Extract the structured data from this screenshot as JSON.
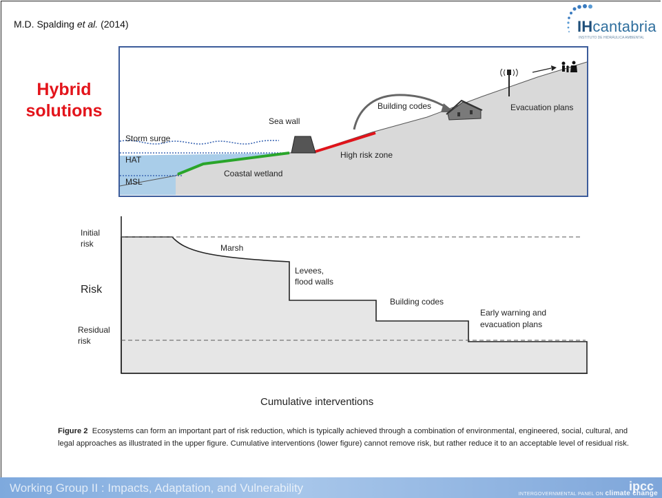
{
  "header": {
    "citation_author": "M.D. Spalding",
    "citation_etal": "et al.",
    "citation_year": "(2014)",
    "logo_brand_a": "IH",
    "logo_brand_b": "cantabria",
    "logo_subtitle": "INSTITUTO DE HIDRÁULICA AMBIENTAL"
  },
  "title": {
    "line1": "Hybrid",
    "line2": "solutions"
  },
  "upper_figure": {
    "labels": {
      "storm_surge": "Storm surge",
      "hat": "HAT",
      "msl": "MSL",
      "sea_wall": "Sea wall",
      "coastal_wetland": "Coastal wetland",
      "high_risk_zone": "High risk zone",
      "building_codes": "Building codes",
      "evacuation_plans": "Evacuation plans"
    },
    "colors": {
      "wetland": "#2aa52a",
      "risk_zone": "#e0141b",
      "water": "#a9cde9",
      "land": "#d9d9d9",
      "frame": "#3b5b9a"
    }
  },
  "lower_figure": {
    "ylabel": "Risk",
    "initial_risk_line1": "Initial",
    "initial_risk_line2": "risk",
    "residual_risk_line1": "Residual",
    "residual_risk_line2": "risk",
    "xlabel": "Cumulative interventions",
    "steps": {
      "marsh": "Marsh",
      "levees_line1": "Levees,",
      "levees_line2": "flood walls",
      "building_codes": "Building codes",
      "early_line1": "Early warning and",
      "early_line2": "evacuation plans"
    }
  },
  "caption": {
    "label": "Figure 2",
    "text": "Ecosystems can form an important part of risk reduction, which is typically achieved through a combination of environmental, engineered, social, cultural, and legal approaches as illustrated in the upper figure. Cumulative interventions (lower figure) cannot remove risk, but rather reduce it to an acceptable level of residual risk."
  },
  "footer": {
    "working_group": "Working Group II : Impacts, Adaptation, and Vulnerability",
    "ipcc": "ipcc",
    "panel_prefix": "INTERGOVERNMENTAL PANEL ON",
    "panel_climate": "climate change"
  }
}
